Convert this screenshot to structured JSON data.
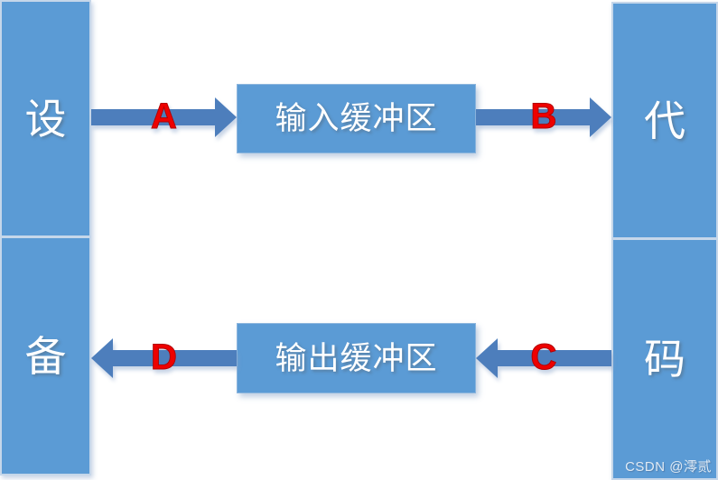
{
  "diagram": {
    "left_bar": {
      "top_char": "设",
      "bottom_char": "备"
    },
    "right_bar": {
      "top_char": "代",
      "bottom_char": "码"
    },
    "boxes": {
      "input_buffer": "输入缓冲区",
      "output_buffer": "输出缓冲区"
    },
    "arrows": [
      {
        "label": "A",
        "direction": "right",
        "from": "left-bar",
        "to": "input-buffer"
      },
      {
        "label": "B",
        "direction": "right",
        "from": "input-buffer",
        "to": "right-bar"
      },
      {
        "label": "C",
        "direction": "left",
        "from": "right-bar",
        "to": "output-buffer"
      },
      {
        "label": "D",
        "direction": "left",
        "from": "output-buffer",
        "to": "left-bar"
      }
    ],
    "colors": {
      "bar_fill": "#5b9bd5",
      "arrow_fill": "#4d7ebc",
      "label_color": "#ee0000",
      "glyph_color": "#ffffff"
    },
    "watermark": "CSDN @澪贰"
  }
}
